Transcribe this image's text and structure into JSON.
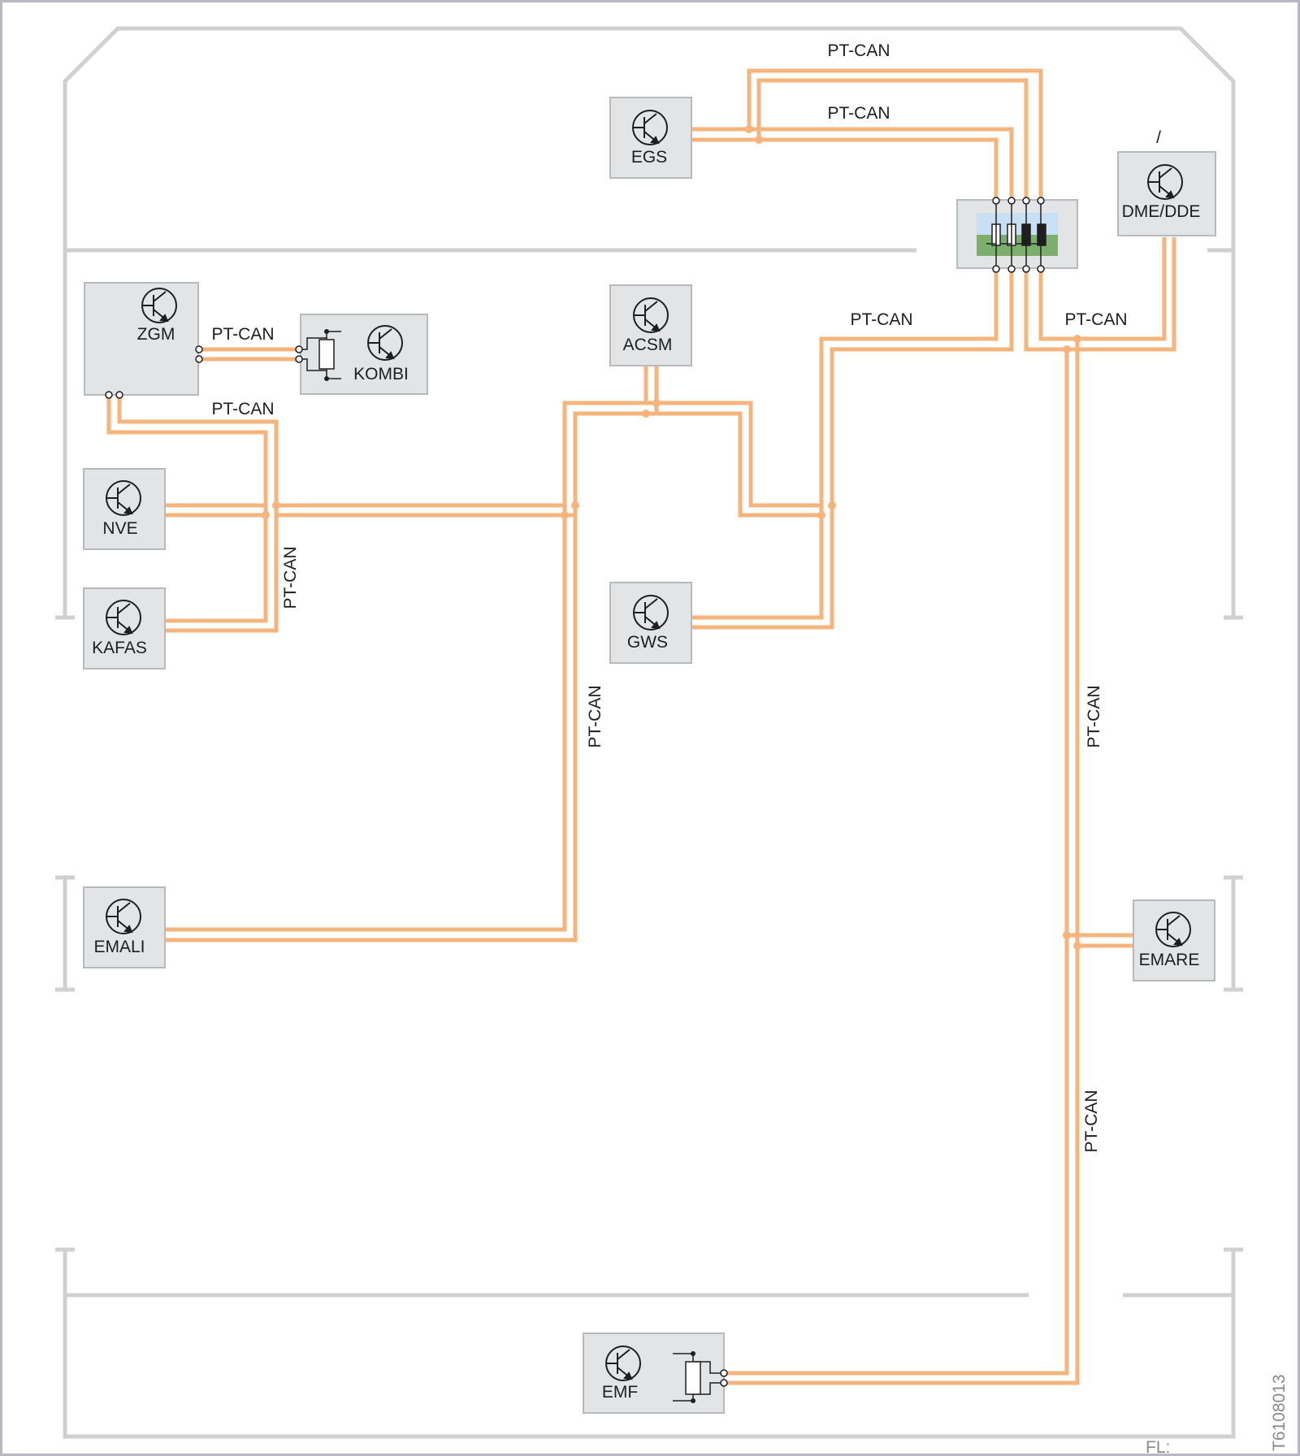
{
  "colors": {
    "wire": "#f4b47c",
    "ecu_fill": "#e3e4e6",
    "ecu_stroke": "#b8b9bc",
    "outline": "#d0d0d2",
    "frame": "#b8b8c4",
    "symbol": "#1e1e1e",
    "star_coupler_top": "#c8e0f4",
    "star_coupler_bottom": "#7caf6e"
  },
  "icon": "transistor-icon",
  "ecus": {
    "egs": "EGS",
    "dme_dde": "DME/DDE",
    "zgm": "ZGM",
    "kombi": "KOMBI",
    "acsm": "ACSM",
    "nve": "NVE",
    "kafas": "KAFAS",
    "gws": "GWS",
    "emali": "EMALI",
    "emare": "EMARE",
    "emf": "EMF"
  },
  "bus_labels": {
    "top_outer": "PT-CAN",
    "top_inner": "PT-CAN",
    "zgm_kombi": "PT-CAN",
    "zgm_branch": "PT-CAN",
    "left_vertical": "PT-CAN",
    "center_right": "PT-CAN",
    "dme_right": "PT-CAN",
    "center_vertical": "PT-CAN",
    "right_vertical_upper": "PT-CAN",
    "right_vertical_lower": "PT-CAN"
  },
  "slash_label": "/",
  "footer_label": "FL:",
  "figure_id": "T6108013"
}
